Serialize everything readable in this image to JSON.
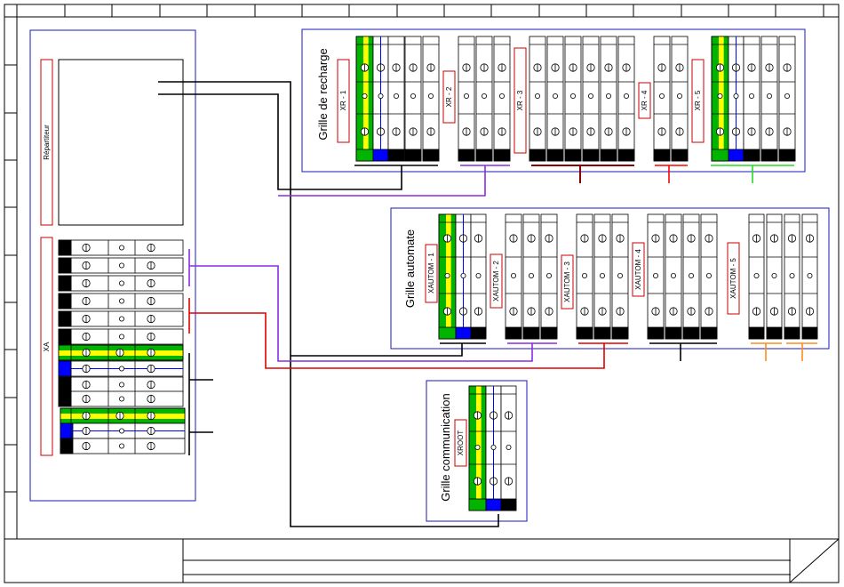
{
  "labels": {
    "repartiteur": "Répartiteur",
    "xa": "XA",
    "grille_recharge": "Grille de recharge",
    "grille_automate": "Grille automate",
    "grille_communication": "Grille communication"
  },
  "recharge_tags": [
    "XR - 1",
    "XR - 2",
    "XR - 3",
    "XR - 4",
    "XR - 5"
  ],
  "automate_tags": [
    "XAUTOM - 1",
    "XAUTOM - 2",
    "XAUTOM - 3",
    "XAUTOM - 4",
    "XAUTOM - 5"
  ],
  "communication_tags": [
    "XROOT"
  ],
  "colors": {
    "frame": "#000000",
    "panel_border": "#1a1ab4",
    "tag_border": "#cc0000",
    "earth_green": "#00b400",
    "earth_yellow": "#ffff00",
    "neutral_blue": "#0000ff",
    "purple": "#8a2be2",
    "red": "#e00000",
    "dark_red": "#8b0000",
    "bright_red": "#ff0000",
    "green": "#22dd22",
    "orange": "#ff8c1a",
    "black": "#000000"
  }
}
